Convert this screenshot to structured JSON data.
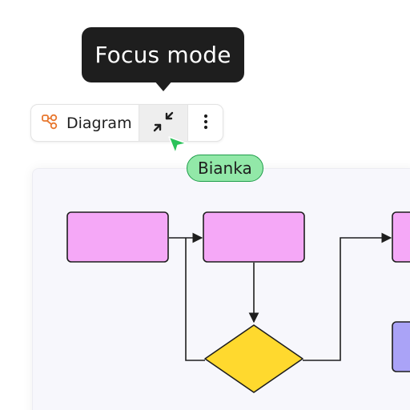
{
  "tooltip": {
    "text": "Focus mode"
  },
  "toolbar": {
    "diagram_label": "Diagram",
    "diagram_icon": "diagram-nodes-icon",
    "focus_icon": "collapse-arrows-icon",
    "more_icon": "more-vertical-icon"
  },
  "cursor": {
    "user_name": "Bianka",
    "color": "#92e8a8",
    "border_color": "#1f9d4a",
    "pointer_color": "#2bc25a"
  },
  "colors": {
    "process_box": "#f5a8f7",
    "decision": "#ffd92e",
    "secondary_box": "#aaa3f7",
    "icon_accent": "#e8772e",
    "canvas_bg": "#f7f7fc",
    "tooltip_bg": "#1e1e1e"
  }
}
